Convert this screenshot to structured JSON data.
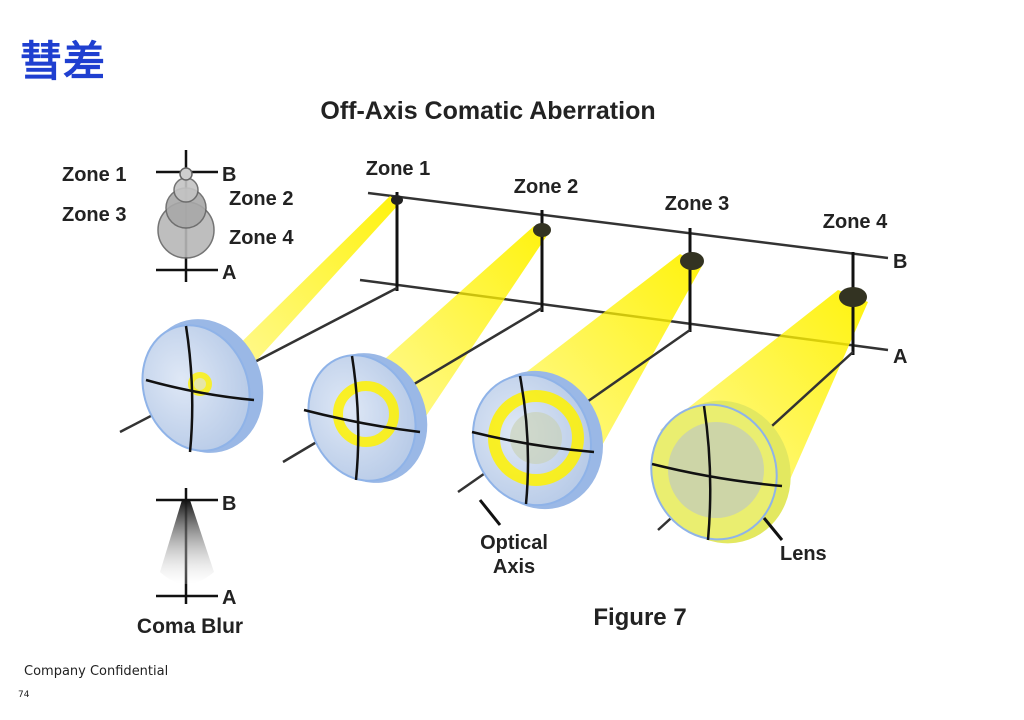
{
  "slide": {
    "title": "彗差",
    "footer": "Company Confidential",
    "page_number": "74"
  },
  "figure": {
    "title": "Off-Axis Comatic Aberration",
    "caption": "Figure 7",
    "zone_labels": [
      "Zone 1",
      "Zone 2",
      "Zone 3",
      "Zone 4"
    ],
    "line_labels": {
      "b": "B",
      "a": "A"
    },
    "inset_top": {
      "zone1": "Zone 1",
      "zone2": "Zone 2",
      "zone3": "Zone 3",
      "zone4": "Zone 4",
      "b": "B",
      "a": "A"
    },
    "inset_bottom": {
      "b": "B",
      "a": "A",
      "label": "Coma Blur"
    },
    "callouts": {
      "optical_axis_line1": "Optical",
      "optical_axis_line2": "Axis",
      "lens": "Lens"
    },
    "colors": {
      "beam": "#fff200",
      "lens_fill": "#c9d9ef",
      "lens_edge": "#8fb3e8",
      "title_blue": "#1f3fd0"
    }
  }
}
